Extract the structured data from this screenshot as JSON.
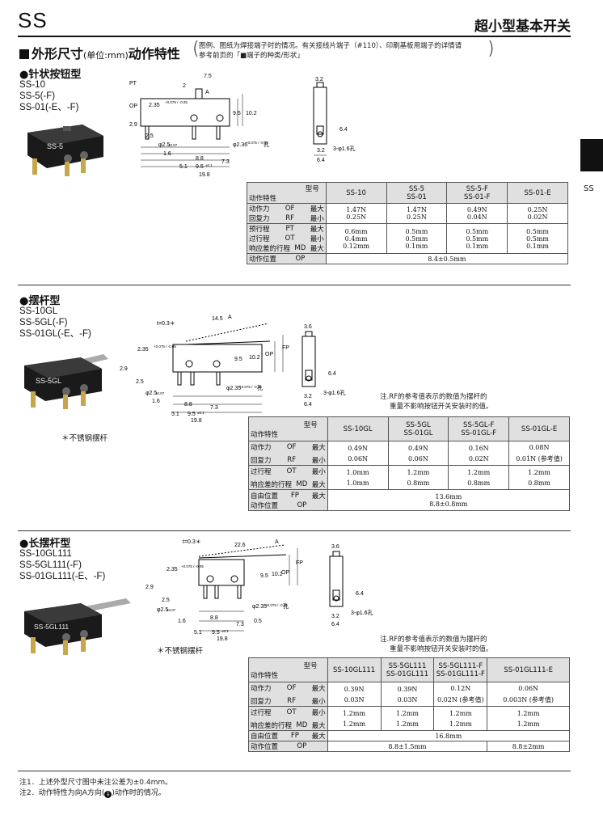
{
  "header": {
    "series": "SS",
    "category": "超小型基本开关",
    "section_title_main": "外形尺寸",
    "section_title_unit": "(单位:mm)",
    "section_title_tail": "动作特性",
    "section_note_line1": "图例、图纸为焊接端子时的情况。有关接线片端子（#110）、印刷基板用端子的详情请",
    "section_note_line2": "参考前页的「■端子的种类/形状」",
    "side_label": "SS"
  },
  "sections": [
    {
      "type_name": "●针状按钮型",
      "models": [
        "SS-10",
        "SS-5(-F)",
        "SS-01(-E、-F)"
      ],
      "photo_label": "SS-5",
      "table": {
        "corner_model": "型号",
        "corner_char": "动作特性",
        "columns": [
          "SS-10",
          "SS-5\nSS-01",
          "SS-5-F\nSS-01-F",
          "SS-01-E"
        ],
        "rows": [
          {
            "name": "动作力",
            "code": "OF",
            "limit": "最大",
            "values": [
              "1.47N",
              "1.47N",
              "0.49N",
              "0.25N"
            ]
          },
          {
            "name": "回复力",
            "code": "RF",
            "limit": "最小",
            "values": [
              "0.25N",
              "0.25N",
              "0.04N",
              "0.02N"
            ]
          },
          {
            "name": "预行程",
            "code": "PT",
            "limit": "最大",
            "values": [
              "0.6mm",
              "0.5mm",
              "0.5mm",
              "0.5mm"
            ]
          },
          {
            "name": "过行程",
            "code": "OT",
            "limit": "最小",
            "values": [
              "0.4mm",
              "0.5mm",
              "0.5mm",
              "0.5mm"
            ]
          },
          {
            "name": "响应差的行程",
            "code": "MD",
            "limit": "最大",
            "values": [
              "0.12mm",
              "0.1mm",
              "0.1mm",
              "0.1mm"
            ]
          },
          {
            "name": "动作位置",
            "code": "OP",
            "limit": "",
            "merged": "8.4±0.5mm"
          }
        ]
      }
    },
    {
      "type_name": "●摆杆型",
      "models": [
        "SS-10GL",
        "SS-5GL(-F)",
        "SS-01GL(-E、-F)"
      ],
      "photo_label": "SS-5GL",
      "star_note": "＊不锈钢摆杆",
      "rf_note_line1": "注.RF的参考值表示的数值为摆杆的",
      "rf_note_line2": "重量不影响按钮开关安装时的值。",
      "table": {
        "corner_model": "型号",
        "corner_char": "动作特性",
        "columns": [
          "SS-10GL",
          "SS-5GL\nSS-01GL",
          "SS-5GL-F\nSS-01GL-F",
          "SS-01GL-E"
        ],
        "rows": [
          {
            "name": "动作力",
            "code": "OF",
            "limit": "最大",
            "values": [
              "0.49N",
              "0.49N",
              "0.16N",
              "0.08N"
            ]
          },
          {
            "name": "回复力",
            "code": "RF",
            "limit": "最小",
            "values": [
              "0.06N",
              "0.06N",
              "0.02N",
              "0.01N (参考值)"
            ]
          },
          {
            "name": "过行程",
            "code": "OT",
            "limit": "最小",
            "values": [
              "1.0mm",
              "1.2mm",
              "1.2mm",
              "1.2mm"
            ]
          },
          {
            "name": "响应差的行程",
            "code": "MD",
            "limit": "最大",
            "values": [
              "1.0mm",
              "0.8mm",
              "0.8mm",
              "0.8mm"
            ]
          },
          {
            "name": "自由位置",
            "code": "FP",
            "limit": "最大",
            "merged": "13.6mm"
          },
          {
            "name": "动作位置",
            "code": "OP",
            "limit": "",
            "merged": "8.8±0.8mm"
          }
        ]
      }
    },
    {
      "type_name": "●长摆杆型",
      "models": [
        "SS-10GL111",
        "SS-5GL111(-F)",
        "SS-01GL111(-E、-F)"
      ],
      "photo_label": "SS-5GL111",
      "star_note": "＊不锈钢摆杆",
      "rf_note_line1": "注.RF的参考值表示的数值为摆杆的",
      "rf_note_line2": "重量不影响按钮开关安装时的值。",
      "table": {
        "corner_model": "型号",
        "corner_char": "动作特性",
        "columns": [
          "SS-10GL111",
          "SS-5GL111\nSS-01GL111",
          "SS-5GL111-F\nSS-01GL111-F",
          "SS-01GL111-E"
        ],
        "rows": [
          {
            "name": "动作力",
            "code": "OF",
            "limit": "最大",
            "values": [
              "0.39N",
              "0.39N",
              "0.12N",
              "0.06N"
            ]
          },
          {
            "name": "回复力",
            "code": "RF",
            "limit": "最小",
            "values": [
              "0.03N",
              "0.03N",
              "0.02N (参考值)",
              "0.003N (参考值)"
            ]
          },
          {
            "name": "过行程",
            "code": "OT",
            "limit": "最小",
            "values": [
              "1.2mm",
              "1.2mm",
              "1.2mm",
              "1.2mm"
            ]
          },
          {
            "name": "响应差的行程",
            "code": "MD",
            "limit": "最大",
            "values": [
              "1.2mm",
              "1.2mm",
              "1.2mm",
              "1.2mm"
            ]
          },
          {
            "name": "自由位置",
            "code": "FP",
            "limit": "最大",
            "merged": "16.8mm"
          },
          {
            "name": "动作位置",
            "code": "OP",
            "limit": "",
            "merged_a": "8.8±1.5mm",
            "merged_b": "8.8±2mm"
          }
        ]
      }
    }
  ],
  "dims": {
    "d1": {
      "pt": "PT",
      "op": "OP",
      "a": "A",
      "d75": "7.5",
      "d2": "2",
      "d235": "2.35",
      "d235tol": "+0.075 / -0.05",
      "d95": "9.5",
      "d102": "10.2",
      "d29": "2.9",
      "d25": "2.5",
      "phi25": "φ2.5",
      "phi25tol": "±0.07",
      "phi236": "φ2.36",
      "phi236tol": "+0.075 / -0.05",
      "hole": "孔",
      "d16": "1.6",
      "d88": "8.8",
      "d73": "7.3",
      "d51": "5.1",
      "d95b": "9.5",
      "d95btol": "±0.1",
      "d198": "19.8",
      "s32": "3.2",
      "s64": "6.4",
      "s64b": "6.4",
      "s32b": "3.2",
      "s3phi": "3-φ1.6孔"
    },
    "d2": {
      "t": "t=0.3＊",
      "d145": "14.5",
      "a": "A",
      "d235": "2.35",
      "d235tol": "+0.075 / -0.05",
      "fp": "FP",
      "op": "OP",
      "d95": "9.5",
      "d102": "10.2",
      "d29": "2.9",
      "d25": "2.5",
      "phi25": "φ2.5",
      "phi25tol": "±0.07",
      "phi235": "φ2.35",
      "phi235tol": "+0.075 / -0.05",
      "hole": "孔",
      "d16": "1.6",
      "d88": "8.8",
      "d73": "7.3",
      "d51": "5.1",
      "d95b": "9.5",
      "d95btol": "±0.1",
      "d198": "19.8",
      "s36": "3.6",
      "s64": "6.4",
      "s32": "3.2",
      "s64b": "6.4",
      "s3phi": "3-φ1.6孔"
    },
    "d3": {
      "t": "t=0.3＊",
      "d226": "22.6",
      "a": "A",
      "d235": "2.35",
      "d235tol": "+0.075 / -0.05",
      "fp": "FP",
      "op": "OP",
      "d95": "9.5",
      "d102": "10.2",
      "d29": "2.9",
      "d25": "2.5",
      "phi25": "φ2.5",
      "phi25tol": "±0.07",
      "phi235": "φ2.35",
      "phi235tol": "+0.075 / -0.05",
      "hole": "孔",
      "d16": "1.6",
      "d88": "8.8",
      "d73": "7.3",
      "d05": "0.5",
      "d51": "5.1",
      "d95b": "9.5",
      "d95btol": "±0.1",
      "d198": "19.8",
      "s36": "3.6",
      "s64": "6.4",
      "s32": "3.2",
      "s64b": "6.4",
      "s3phi": "3-φ1.6孔"
    }
  },
  "footnotes": {
    "n1": "注1．上述外型尺寸图中未注公差为±0.4mm。",
    "n2a": "注2．动作特性为向A方向(",
    "n2b": ")动作时的情况。"
  }
}
